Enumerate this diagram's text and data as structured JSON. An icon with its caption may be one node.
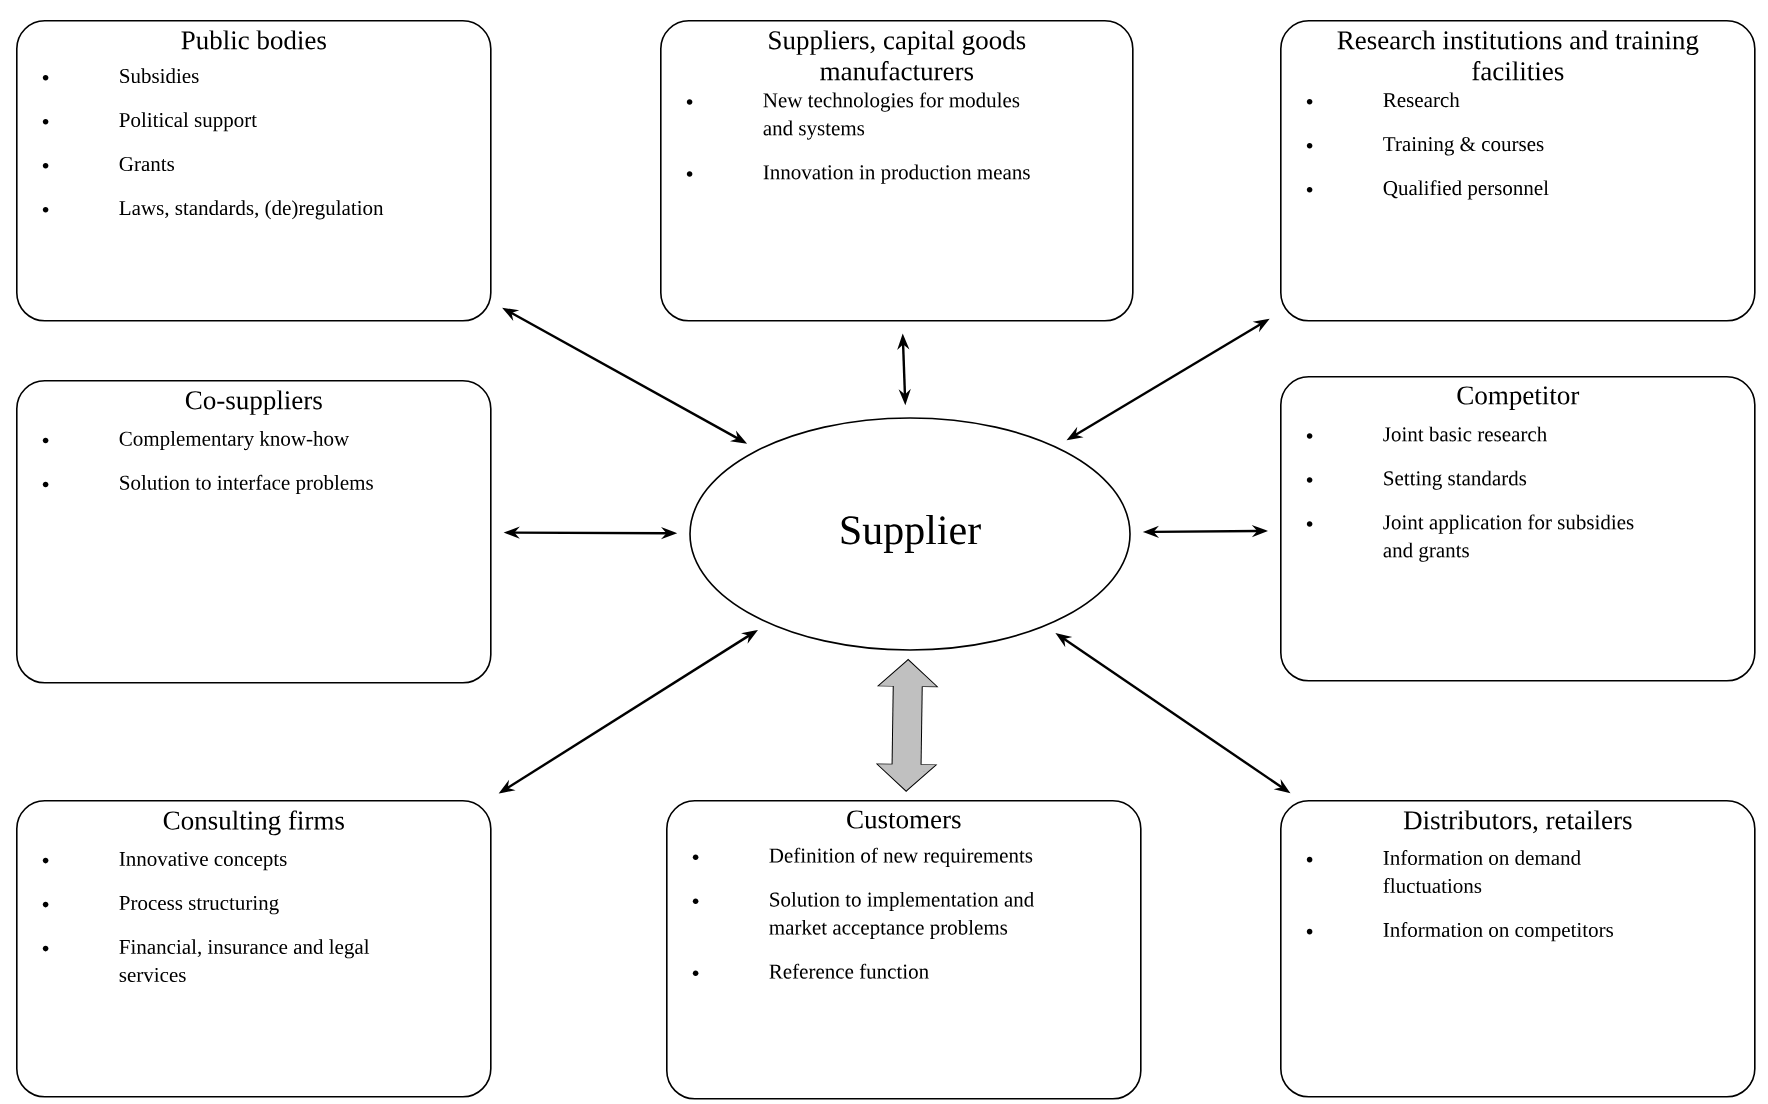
{
  "diagram": {
    "nodes": [
      {
        "text": [
          "Public bodies",
          "Subsidies",
          "Political support",
          "Grants",
          "Laws, standards, (de)regulation"
        ]
      },
      {
        "text": [
          "Suppliers, capital goods manufacturers",
          "New technologies for modules and systems",
          "Innovation in production means"
        ]
      },
      {
        "text": [
          "Research institutions and training facilities",
          "Research",
          "Training & courses",
          "Qualified personnel"
        ]
      },
      {
        "text": [
          "Co-suppliers",
          "Complementary know-how",
          "Solution to interface problems"
        ]
      },
      {
        "text": [
          "Supplier"
        ]
      },
      {
        "text": [
          "Competitor",
          "Joint basic research",
          "Setting standards",
          "Joint application for subsidies and grants"
        ]
      },
      {
        "text": [
          "Consulting firms",
          "Innovative concepts",
          "Process structuring",
          "Financial, insurance and legal services"
        ]
      },
      {
        "text": [
          "Customers",
          "Definition of new requirements",
          "Solution to implementation and market acceptance problems",
          "Reference function"
        ]
      },
      {
        "text": [
          "Distributors, retailers",
          "Information on demand fluctuations",
          "Information on competitors"
        ]
      }
    ],
    "edges": [
      {
        "from": 4,
        "to": 0,
        "arrow": "both"
      },
      {
        "from": 4,
        "to": 1,
        "arrow": "both"
      },
      {
        "from": 4,
        "to": 2,
        "arrow": "both"
      },
      {
        "from": 4,
        "to": 3,
        "arrow": "both"
      },
      {
        "from": 4,
        "to": 5,
        "arrow": "both"
      },
      {
        "from": 4,
        "to": 6,
        "arrow": "both"
      },
      {
        "from": 4,
        "to": 7,
        "arrow": "both",
        "style": "thick",
        "color": "#c0c0c0"
      },
      {
        "from": 4,
        "to": 8,
        "arrow": "both"
      }
    ]
  }
}
